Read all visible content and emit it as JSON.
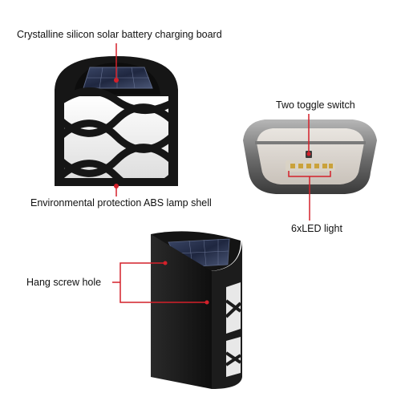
{
  "labels": {
    "solar_board": "Crystalline silicon solar battery charging board",
    "lamp_shell": "Environmental protection ABS lamp shell",
    "toggle_switch": "Two toggle switch",
    "led_light": "6xLED light",
    "screw_hole": "Hang screw hole"
  },
  "colors": {
    "callout": "#d4202a",
    "lamp_body": "#1a1a1a",
    "lens_glow": "#f2f2f2",
    "solar_panel": "#2c3550",
    "steel_rim": "#8a8a8a"
  }
}
